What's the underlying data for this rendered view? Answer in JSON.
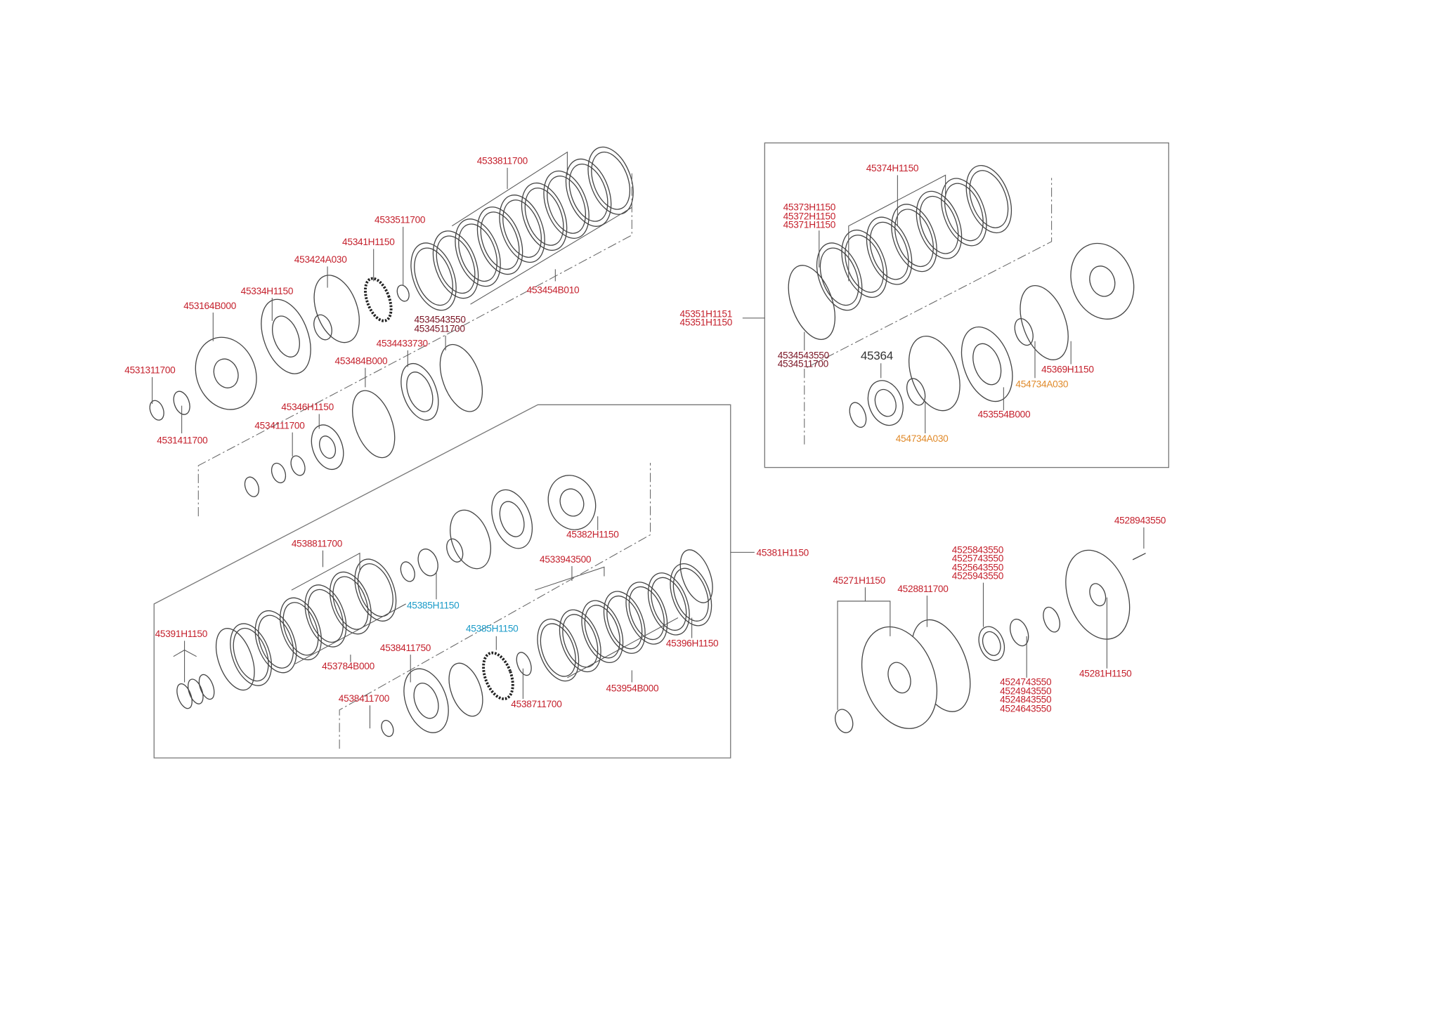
{
  "colors": {
    "part_number": "#c4202c",
    "part_number_dark": "#7a1424",
    "alt_cyan": "#1b9bc8",
    "alt_orange": "#e08a2a"
  },
  "upper_left": {
    "l0": "4533811700",
    "l1": "4533511700",
    "l2": "45341H1150",
    "l3": "453424A030",
    "l4": "45334H1150",
    "l5": "453164B000",
    "l6": "453454B010",
    "l7": "4534543550",
    "l8": "4534511700",
    "l9": "4534433730",
    "l10": "453484B000",
    "l11": "4531311700",
    "l12": "45346H1150",
    "l13": "4534111700",
    "l14": "4531411700"
  },
  "lower_left": {
    "l0": "45382H1150",
    "l1": "45381H1150",
    "l2": "4538811700",
    "l3": "4533943500",
    "l4": "45385H1150",
    "l5": "45385H1150",
    "l6": "45391H1150",
    "l7": "45396H1150",
    "l8": "4538411750",
    "l9": "453784B000",
    "l10": "453954B000",
    "l11": "4538411700",
    "l12": "4538711700"
  },
  "right_box": {
    "l0": "45374H1150",
    "l1": "45373H1150",
    "l2": "45372H1150",
    "l3": "45371H1150",
    "l4": "45351H1151",
    "l5": "45351H1150",
    "l6": "4534543550",
    "l7": "4534511700",
    "l8": "45364",
    "l9": "45369H1150",
    "l10": "454734A030",
    "l11": "453554B000",
    "l12": "454734A030"
  },
  "pump": {
    "l0": "4528943550",
    "l1": "4525843550",
    "l2": "4525743550",
    "l3": "4525643550",
    "l4": "4525943550",
    "l5": "45271H1150",
    "l6": "4528811700",
    "l7": "45281H1150",
    "l8": "4524743550",
    "l9": "4524943550",
    "l10": "4524843550",
    "l11": "4524643550"
  }
}
